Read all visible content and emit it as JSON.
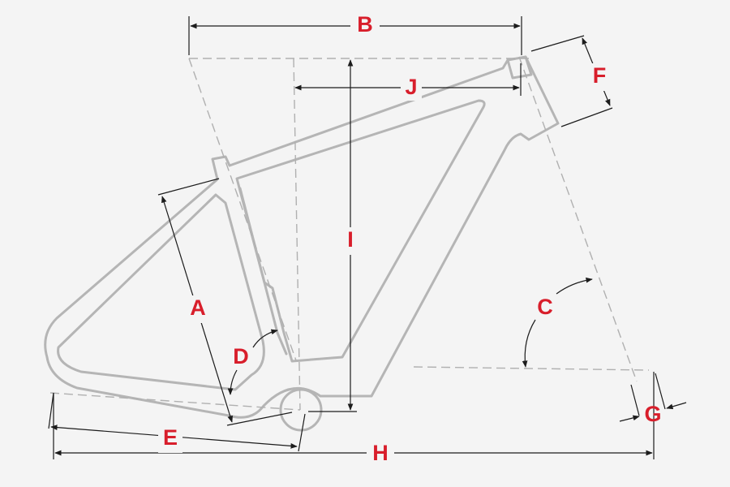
{
  "colors": {
    "background": "#f4f4f4",
    "frame": "#b5b5b5",
    "dimension": "#1c1c1c",
    "label": "#d81e2b"
  },
  "labels": {
    "A": "A",
    "B": "B",
    "C": "C",
    "D": "D",
    "E": "E",
    "F": "F",
    "G": "G",
    "H": "H",
    "I": "I",
    "J": "J"
  }
}
